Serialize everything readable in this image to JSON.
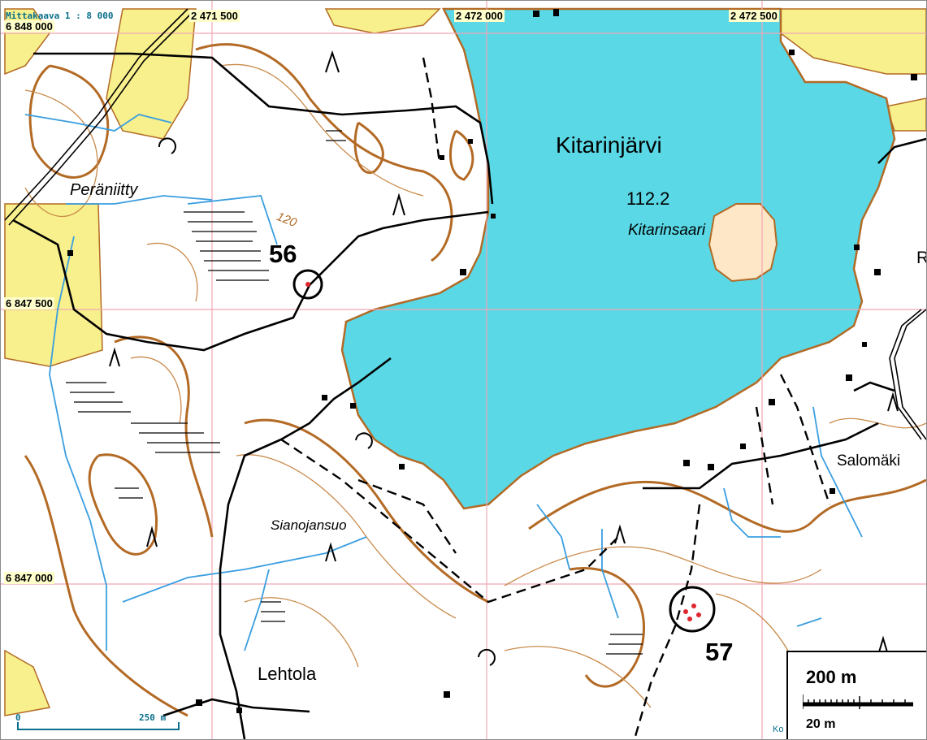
{
  "map": {
    "scale_text": "Mittakaava 1 : 8 000",
    "coords": {
      "n_top": "6 848 000",
      "n_mid": "6 847 500",
      "n_low": "6 847 000",
      "e_left": "2 471 500",
      "e_mid": "2 472 000",
      "e_right": "2 472 500"
    },
    "places": {
      "lake": "Kitarinjärvi",
      "lake_level": "112.2",
      "island": "Kitarinsaari",
      "meadow": "Peräniitty",
      "bog": "Sianojansuo",
      "village": "Lehtola",
      "hill": "Salomäki",
      "edge_r": "R",
      "edge_ko": "Ko"
    },
    "contour_label": "120",
    "sites": {
      "site_56": "56",
      "site_57": "57"
    },
    "scalebar": {
      "main": "200 m",
      "sub": "20 m"
    },
    "bottom_scale": {
      "zero": "0",
      "mid": "250 m"
    },
    "colors": {
      "water": "#5ad8e6",
      "field": "#f7f08c",
      "contour": "#b36a25",
      "stream": "#3a9ee0",
      "grid": "#f2a6b4"
    }
  }
}
